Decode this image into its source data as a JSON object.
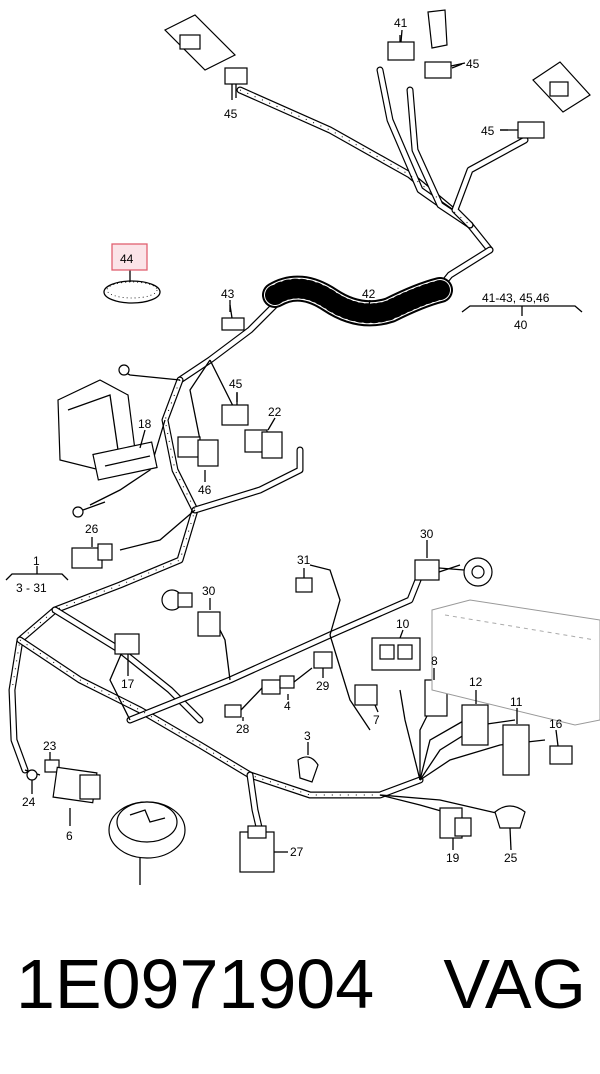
{
  "highlight_color": "#e06070",
  "highlighted_callout": "44",
  "callouts": {
    "c41": "41",
    "c45a": "45",
    "c45b": "45",
    "c45c": "45",
    "c45d": "45",
    "c44": "44",
    "c43": "43",
    "c42": "42",
    "c22": "22",
    "c18": "18",
    "c46": "46",
    "c26": "26",
    "c31": "31",
    "c30a": "30",
    "c30b": "30",
    "c10": "10",
    "c8": "8",
    "c12": "12",
    "c11": "11",
    "c16": "16",
    "c17": "17",
    "c29": "29",
    "c4": "4",
    "c28": "28",
    "c7": "7",
    "c3": "3",
    "c23": "23",
    "c24": "24",
    "c6": "6",
    "c27": "27",
    "c19": "19",
    "c25": "25"
  },
  "group_labels": {
    "range_1": "1",
    "range_1_sub": "3 - 31",
    "range_40_sub": "41-43, 45,46",
    "range_40": "40"
  },
  "footer": {
    "part_number": "1E0971904",
    "brand": "VAG"
  }
}
